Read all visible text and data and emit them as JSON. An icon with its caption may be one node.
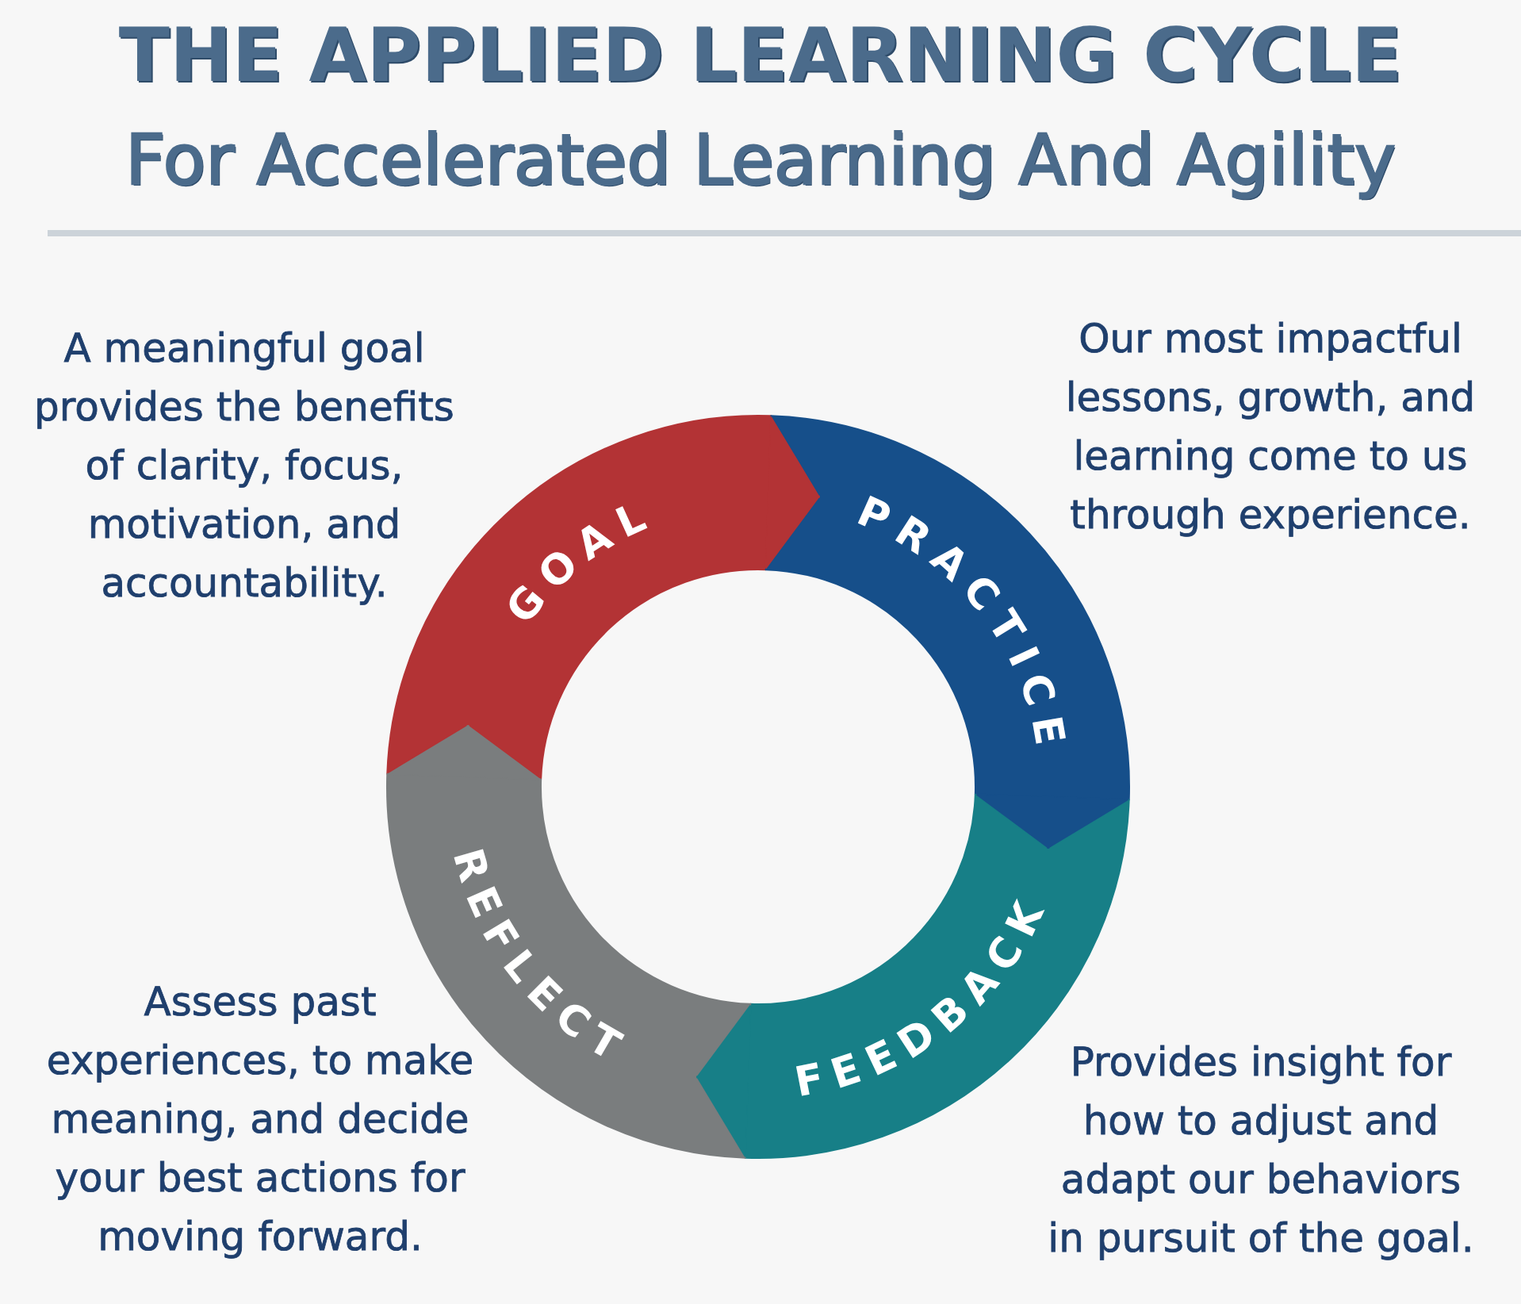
{
  "diagram": {
    "title": "THE APPLIED LEARNING CYCLE",
    "nodes": [
      {
        "text": [
          "GOAL"
        ],
        "beside": [
          "A meaningful goal provides the benefits of clarity, focus, motivation, and accountability."
        ]
      },
      {
        "text": [
          "PRACTICE"
        ],
        "beside": [
          "Our most impactful lessons, growth, and learning come to us through experience."
        ]
      },
      {
        "text": [
          "FEEDBACK"
        ],
        "beside": [
          "Provides insight for how to adjust and adapt our behaviors in pursuit of the goal."
        ]
      },
      {
        "text": [
          "REFLECT"
        ],
        "beside": [
          "Assess past experiences, to make meaning, and decide your best actions for moving forward."
        ]
      }
    ],
    "edges": [
      {
        "from": 0,
        "to": 1,
        "arrow": "to",
        "color": "#b33335"
      },
      {
        "from": 1,
        "to": 2,
        "arrow": "to",
        "color": "#164f8a"
      },
      {
        "from": 2,
        "to": 3,
        "arrow": "to",
        "color": "#177f87"
      },
      {
        "from": 3,
        "to": 0,
        "arrow": "to",
        "color": "#7a7d7e"
      }
    ],
    "labels": [
      "For Accelerated Learning And Agility"
    ]
  }
}
